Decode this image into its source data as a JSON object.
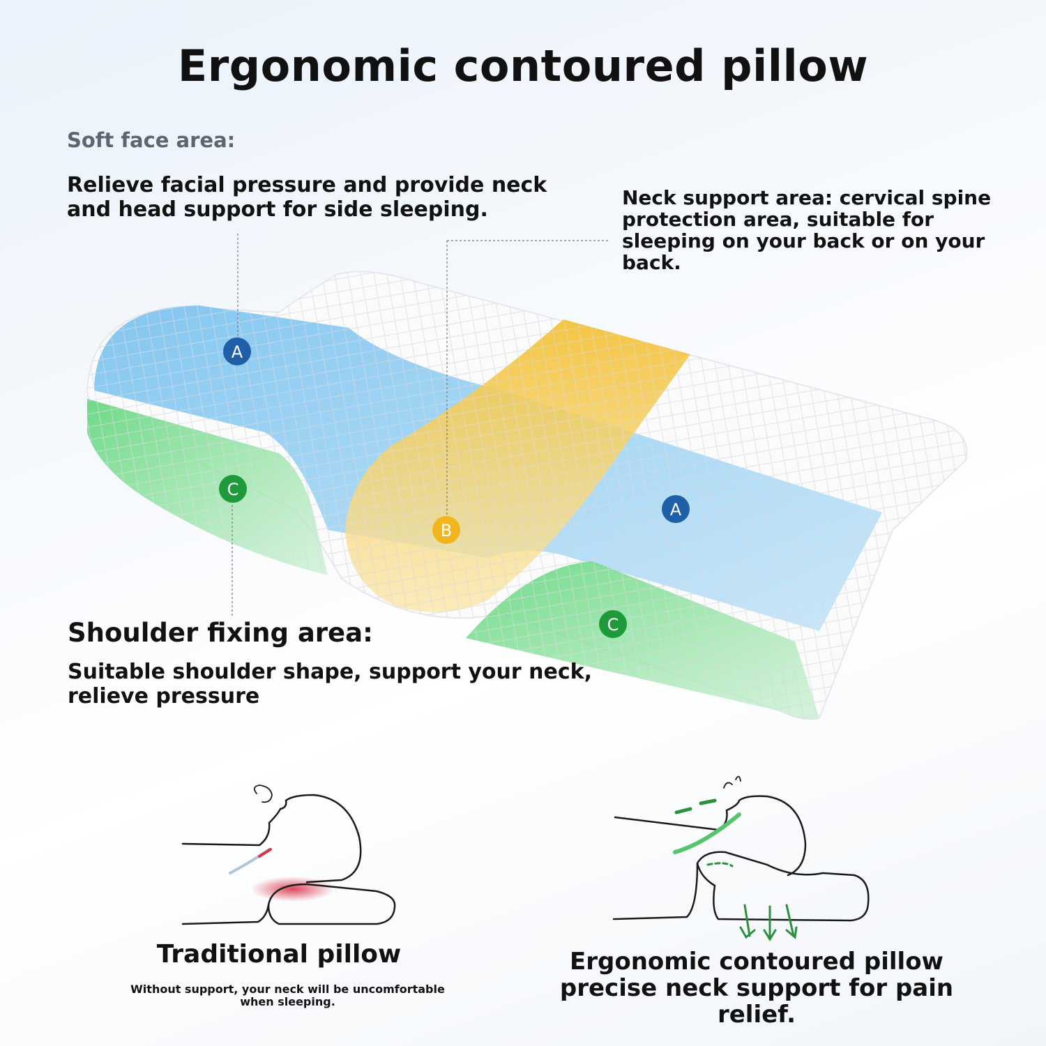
{
  "title": "Ergonomic contoured pillow",
  "soft_face": {
    "label": "Soft face area:",
    "description": "Relieve facial pressure and provide neck and head support for side sleeping."
  },
  "neck_support": {
    "description": "Neck support area: cervical spine protection area, suitable for sleeping on your back or on your back."
  },
  "shoulder": {
    "label": "Shoulder fixing area:",
    "description": "Suitable shoulder shape, support your neck, relieve pressure"
  },
  "zone_markers": {
    "a": "A",
    "b": "B",
    "c": "C"
  },
  "traditional": {
    "title": "Traditional pillow",
    "description": "Without support, your neck will be uncomfortable when sleeping."
  },
  "ergonomic": {
    "title": "Ergonomic contoured pillow",
    "subtitle": "precise neck support for pain relief."
  },
  "colors": {
    "zone_a": "#7cc3ef",
    "zone_b": "#f4c23a",
    "zone_c": "#5fd67a",
    "marker_a": "#1f5fa8",
    "marker_b": "#f2b51d",
    "marker_c": "#1e9a3a",
    "pressure": "#d8344a",
    "arrow": "#2b8f3c"
  }
}
